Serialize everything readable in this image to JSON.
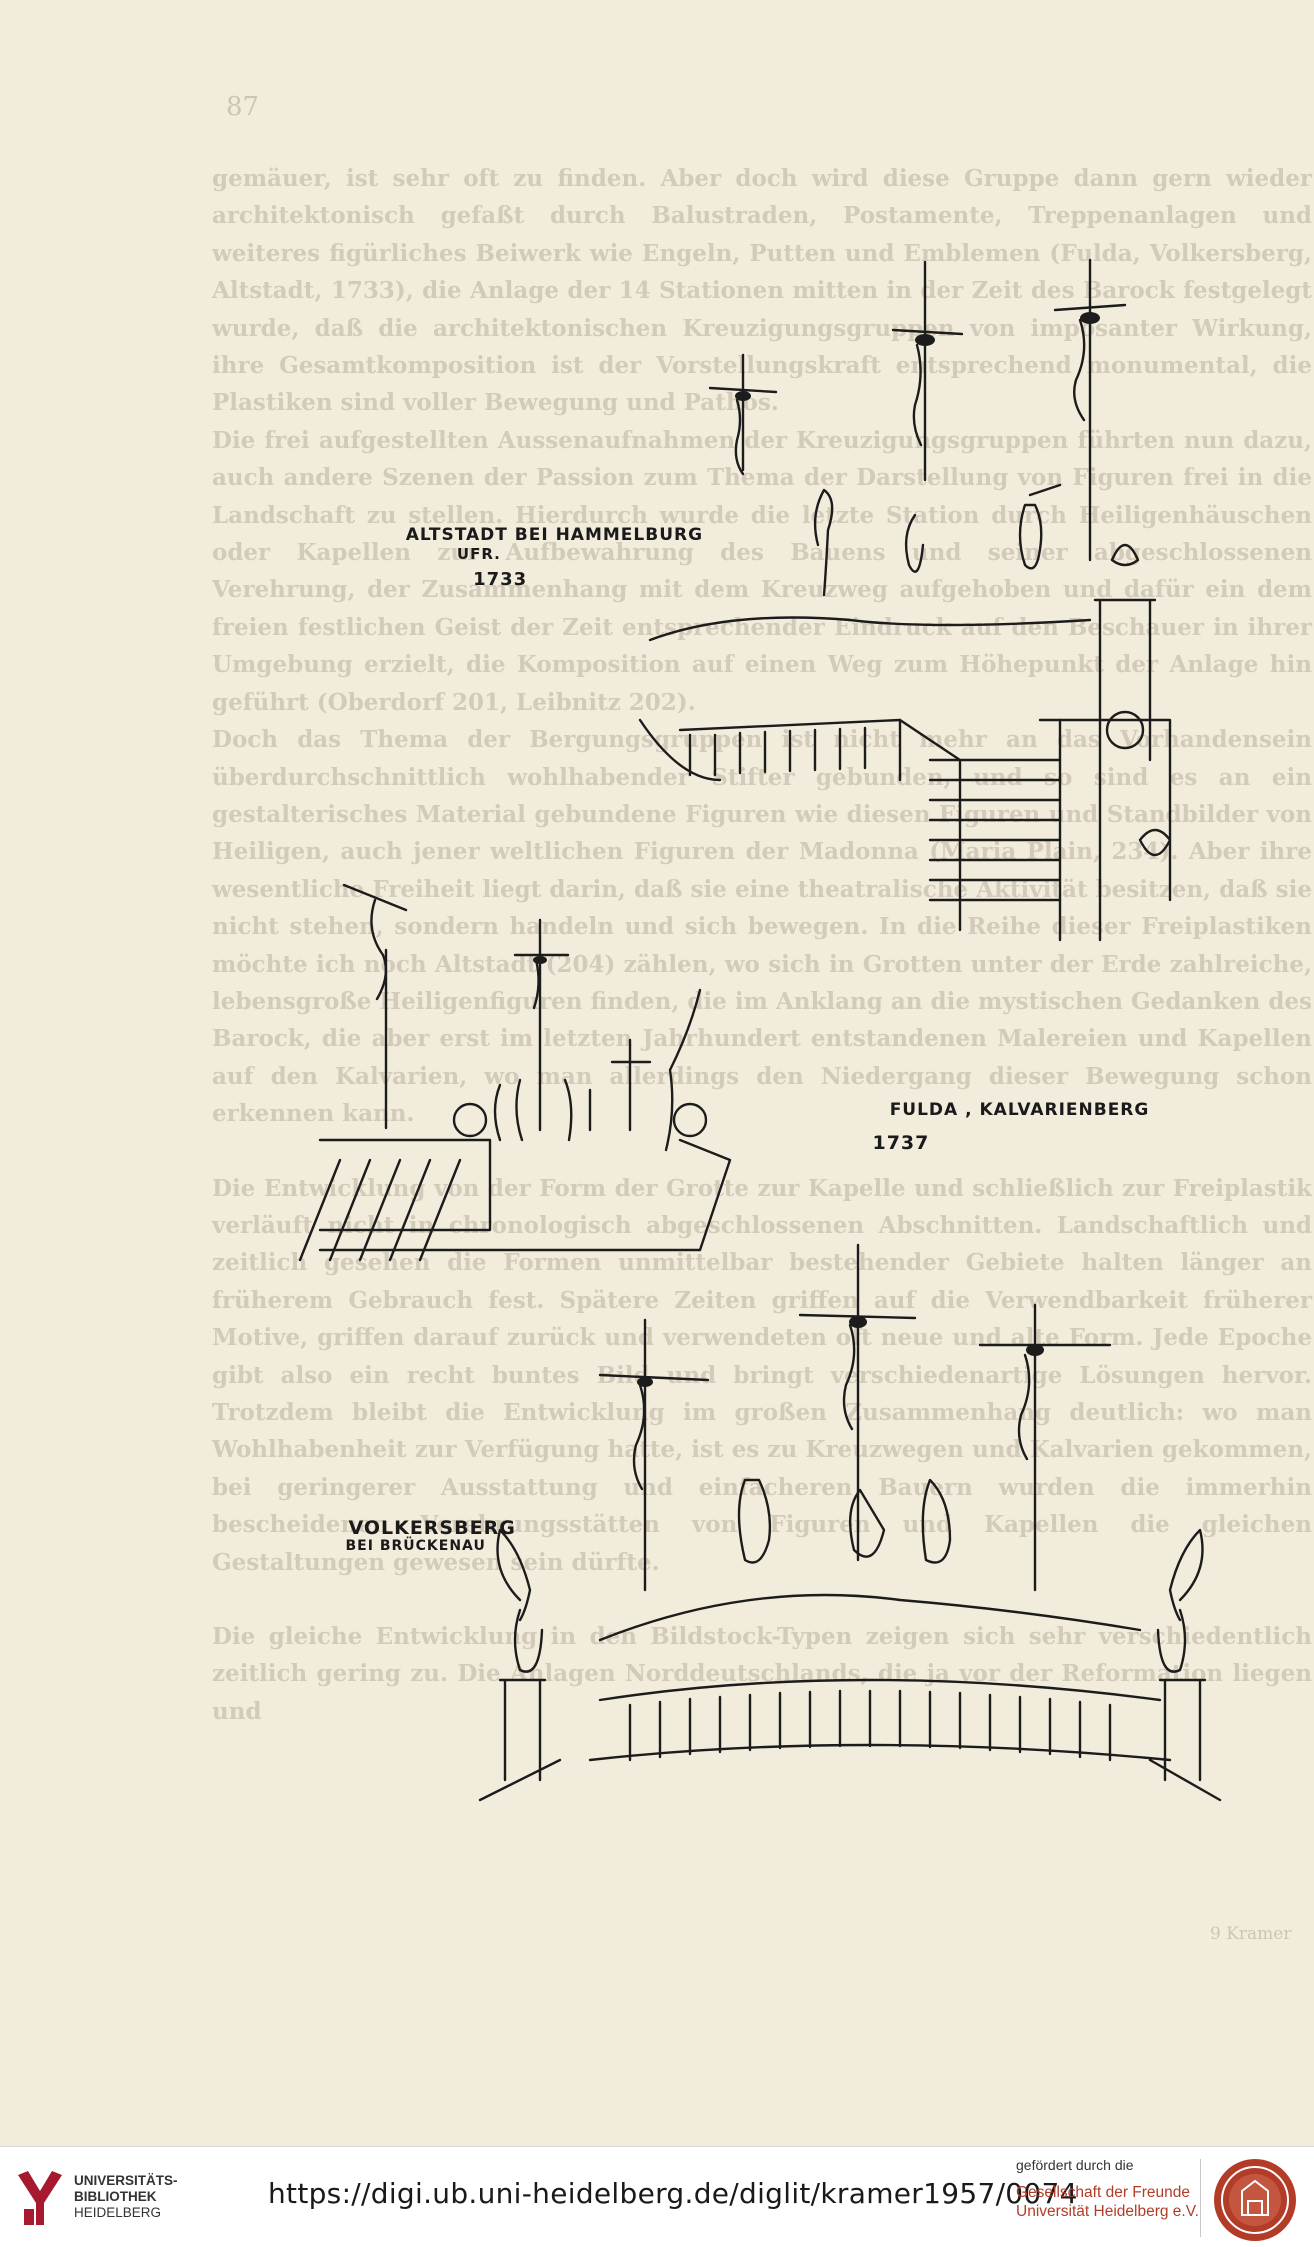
{
  "page": {
    "page_number": "87",
    "paragraphs": [
      "gemäuer, ist sehr oft zu finden. Aber doch wird diese Gruppe dann gern wieder architektonisch gefaßt durch Balustraden, Postamente, Treppenanlagen und weiteres figürliches Beiwerk wie Engeln, Putten und Emblemen (Fulda, Volkersberg, Altstadt, 1733), die Anlage der 14 Stationen mitten in der Zeit des Barock festgelegt wurde, daß die architektonischen Kreuzigungsgruppen von imposanter Wirkung, ihre Gesamtkomposition ist der Vorstellungskraft entsprechend monumental, die Plastiken sind voller Bewegung und Pathos.",
      "Die frei aufgestellten Aussenaufnahmen der Kreuzigungsgruppen führten nun dazu, auch andere Szenen der Passion zum Thema der Darstellung von Figuren frei in die Landschaft zu stellen. Hierdurch wurde die letzte Station durch Heiligenhäuschen oder Kapellen zur Aufbewahrung des Bauens und seiner abgeschlossenen Verehrung, der Zusammenhang mit dem Kreuzweg aufgehoben und dafür ein dem freien festlichen Geist der Zeit entsprechender Eindruck auf den Beschauer in ihrer Umgebung erzielt, die Komposition auf einen Weg zum Höhepunkt der Anlage hin geführt (Oberdorf 201, Leibnitz 202).",
      "Doch das Thema der Bergungsgruppen ist nicht mehr an das Vorhandensein überdurchschnittlich wohlhabender Stifter gebunden, und so sind es an ein gestalterisches Material gebundene Figuren wie diesen Figuren und Standbilder von Heiligen, auch jener weltlichen Figuren der Madonna (Maria Plain, 234). Aber ihre wesentliche Freiheit liegt darin, daß sie eine theatralische Aktivität besitzen, daß sie nicht stehen, sondern handeln und sich bewegen. In die Reihe dieser Freiplastiken möchte ich noch Altstadt (204) zählen, wo sich in Grotten unter der Erde zahlreiche, lebensgroße Heiligenfiguren finden, die im Anklang an die mystischen Gedanken des Barock, die aber erst im letzten Jahrhundert entstandenen Malereien und Kapellen auf den Kalvarien, wo man allerdings den Niedergang dieser Bewegung schon erkennen kann.",
      "Die Entwicklung von der Form der Grotte zur Kapelle und schließlich zur Freiplastik verläuft nicht in chronologisch abgeschlossenen Abschnitten. Landschaftlich und zeitlich gesehen die Formen unmittelbar bestehender Gebiete halten länger an früherem Gebrauch fest. Spätere Zeiten griffen auf die Verwendbarkeit früherer Motive, griffen darauf zurück und verwendeten oft neue und alte Form. Jede Epoche gibt also ein recht buntes Bild und bringt verschiedenartige Lösungen hervor. Trotzdem bleibt die Entwicklung im großen Zusammenhang deutlich: wo man Wohlhabenheit zur Verfügung hatte, ist es zu Kreuzwegen und Kalvarien gekommen, bei geringerer Ausstattung und einfacheren Bauern wurden die immerhin bescheidenen Verehrungsstätten von Figuren und Kapellen die gleichen Gestaltungen gewesen sein dürfte.",
      "Die gleiche Entwicklung in den Bildstock-Typen zeigen sich sehr verschiedentlich zeitlich gering zu. Die Anlagen Norddeutschlands, die ja vor der Reformation liegen und"
    ],
    "footnote": "9 Kramer"
  },
  "sketches": {
    "altstadt": {
      "caption_line1": "ALTSTADT BEI HAMMELBURG",
      "caption_line2": "UFR.",
      "caption_year": "1733"
    },
    "fulda": {
      "caption_line1": "FULDA , KALVARIENBERG",
      "caption_year": "1737"
    },
    "volkersberg": {
      "caption_line1": "VOLKERSBERG",
      "caption_line2": "BEI BRÜCKENAU"
    }
  },
  "footer": {
    "library_name_line1": "UNIVERSITÄTS-",
    "library_name_line2": "BIBLIOTHEK",
    "library_name_line3": "HEIDELBERG",
    "url": "https://digi.ub.uni-heidelberg.de/diglit/kramer1957/0074",
    "sponsor_note": "gefördert durch die",
    "sponsor_line1": "Gesellschaft der Freunde",
    "sponsor_line2": "Universität Heidelberg e.V.",
    "colors": {
      "sponsor_red": "#b33c28",
      "logo_red": "#a6192e"
    }
  }
}
